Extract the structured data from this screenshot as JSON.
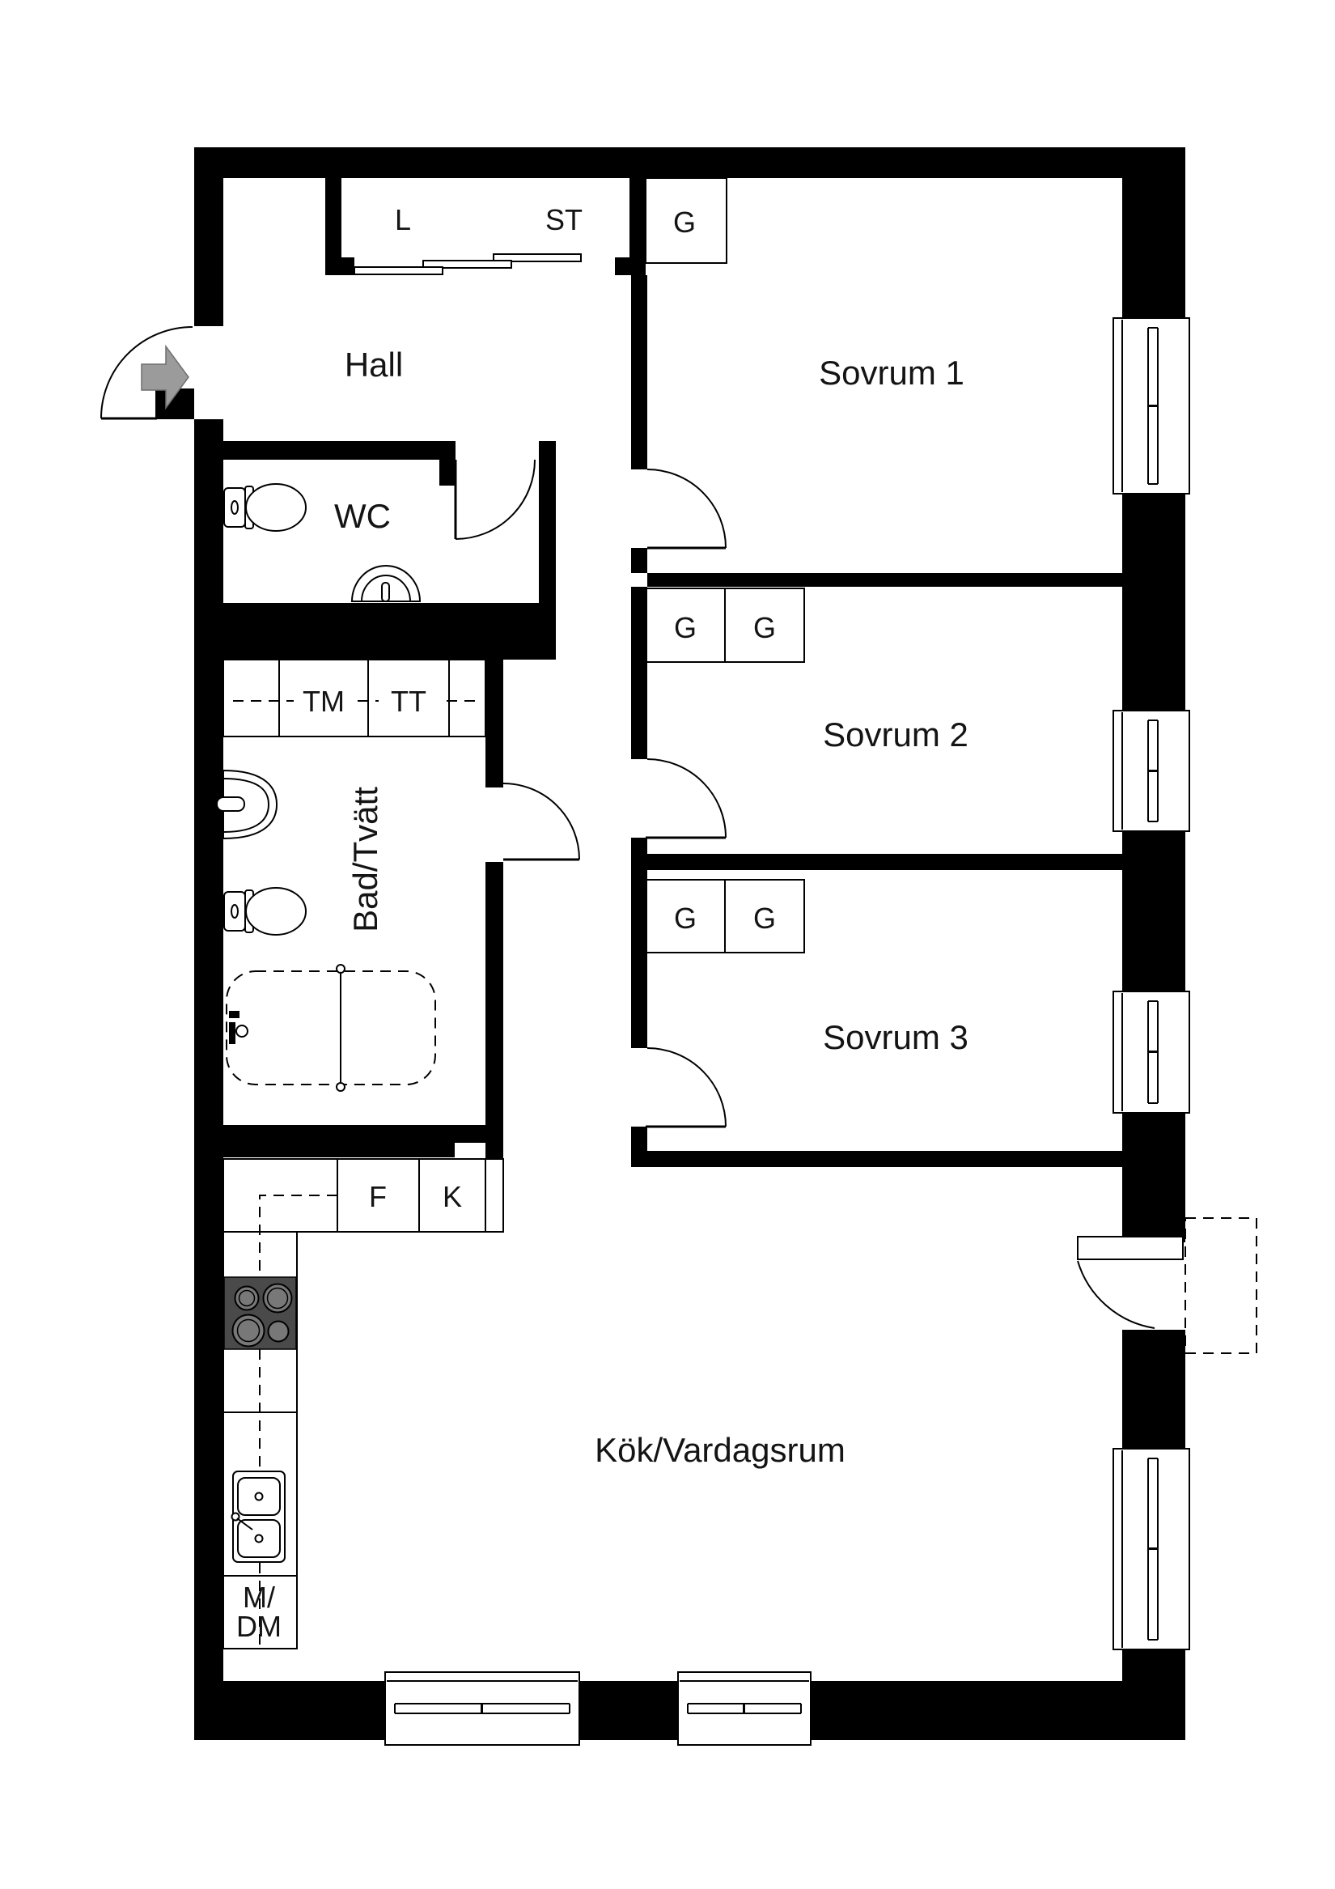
{
  "floorplan": {
    "rooms": {
      "hall": "Hall",
      "wc": "WC",
      "bad_tvatt": "Bad/Tvätt",
      "sovrum1": "Sovrum 1",
      "sovrum2": "Sovrum 2",
      "sovrum3": "Sovrum 3",
      "kok_vardagsrum": "Kök/Vardagsrum"
    },
    "fixtures": {
      "linen_closet": "L",
      "cleaning_closet": "ST",
      "wardrobe": "G",
      "washing_machine": "TM",
      "tumble_dryer": "TT",
      "freezer": "F",
      "fridge": "K",
      "micro_dishwasher_line1": "M/",
      "micro_dishwasher_line2": "DM"
    },
    "colors": {
      "wall": "#000000",
      "background": "#ffffff",
      "entry_arrow": "#9b9b9b",
      "stove": "#4a4a4a"
    }
  }
}
